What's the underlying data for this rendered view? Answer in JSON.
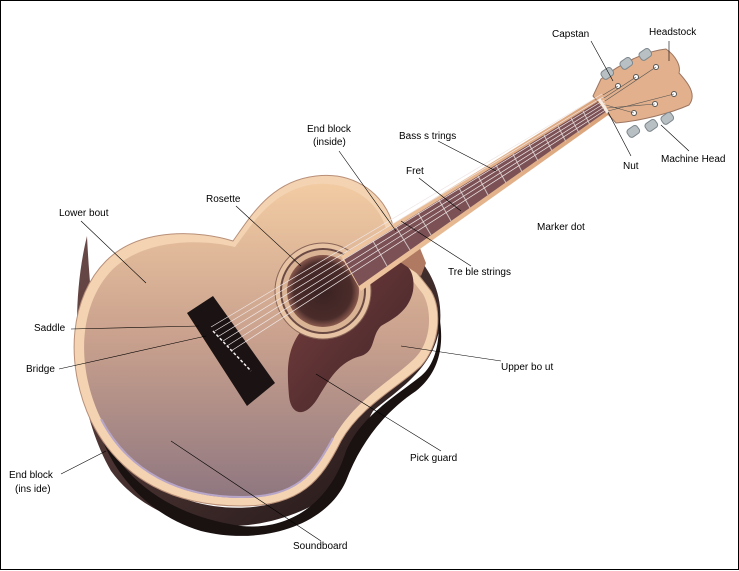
{
  "labels": {
    "capstan": "Capstan",
    "headstock": "Headstock",
    "machine_head": "Machine Head",
    "nut": "Nut",
    "end_block_top_1": "End block",
    "end_block_top_2": "(inside)",
    "bass_strings": "Bass s trings",
    "fret": "Fret",
    "marker_dot": "Marker dot",
    "treble_strings": "Tre ble strings",
    "rosette": "Rosette",
    "lower_bout": "Lower bout",
    "saddle": "Saddle",
    "bridge": "Bridge",
    "upper_bout": "Upper bo ut",
    "pick_guard": "Pick guard",
    "end_block_bottom_1": "End  block",
    "end_block_bottom_2": "(ins ide)",
    "soundboard": "Soundboard"
  },
  "colors": {
    "body_top": "#f1c9a0",
    "body_bottom": "#9a7d83",
    "side_dark": "#2b1c1c",
    "binding": "#f4d2b0",
    "fretboard": "#7a4f52",
    "neck": "#e8b991",
    "pickguard": "#5a2c30",
    "bridge": "#1a1212",
    "tuner": "#b7bec2"
  }
}
